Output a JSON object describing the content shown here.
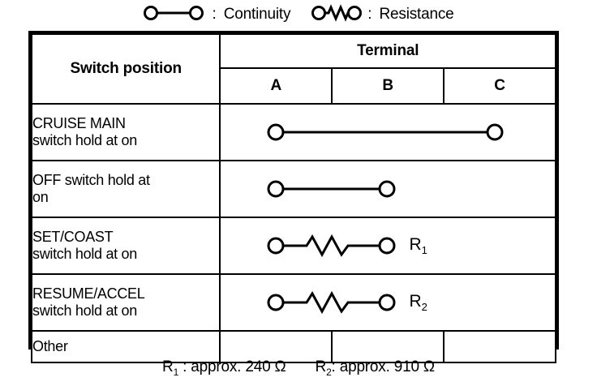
{
  "legend": {
    "items": [
      {
        "symbol": "continuity-symbol",
        "separator": ":",
        "label": "Continuity"
      },
      {
        "symbol": "resistance-symbol",
        "separator": ":",
        "label": "Resistance"
      }
    ]
  },
  "table": {
    "header": {
      "switch_position": "Switch position",
      "terminal_group": "Terminal",
      "terminals": [
        "A",
        "B",
        "C"
      ]
    },
    "rows": [
      {
        "label_line1": "CRUISE MAIN",
        "label_line2": "switch hold at on",
        "connection": "continuity",
        "from": "A",
        "to": "C",
        "resistor_label": ""
      },
      {
        "label_line1": "OFF switch hold at",
        "label_line2": "on",
        "connection": "continuity",
        "from": "A",
        "to": "B",
        "resistor_label": ""
      },
      {
        "label_line1": "SET/COAST",
        "label_line2": "switch hold at on",
        "connection": "resistance",
        "from": "A",
        "to": "B",
        "resistor_label": "R",
        "resistor_sub": "1"
      },
      {
        "label_line1": "RESUME/ACCEL",
        "label_line2": "switch hold at on",
        "connection": "resistance",
        "from": "A",
        "to": "B",
        "resistor_label": "R",
        "resistor_sub": "2"
      },
      {
        "label_line1": "Other",
        "label_line2": "",
        "connection": "none",
        "from": "",
        "to": "",
        "resistor_label": ""
      }
    ]
  },
  "footnote": {
    "r1_name": "R",
    "r1_sub": "1",
    "r1_text": " : approx. 240 Ω",
    "r2_name": "R",
    "r2_sub": "2",
    "r2_text": ": approx. 910 Ω"
  },
  "colors": {
    "ink": "#000000",
    "paper": "#ffffff"
  }
}
